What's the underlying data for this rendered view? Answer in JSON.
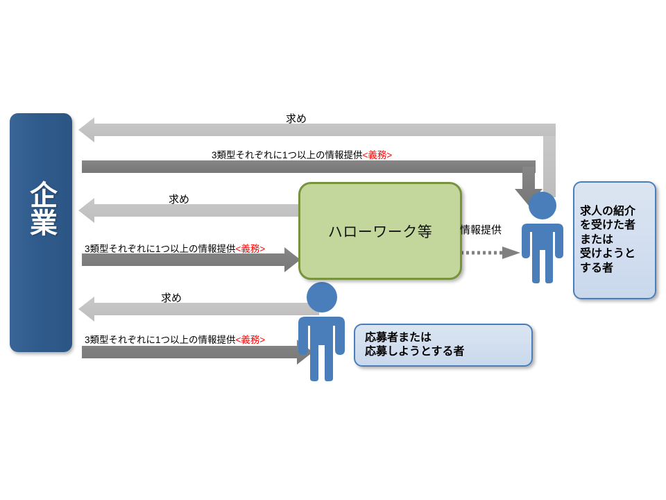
{
  "diagram": {
    "title_text": "",
    "colors": {
      "enterprise_blue": "#2f5b8c",
      "hellowork_green_fill": "#c3d69b",
      "hellowork_green_border": "#77933c",
      "callout_fill": "#dbe5f1",
      "callout_border": "#4a7ebb",
      "person_blue": "#4a7ebb",
      "arrow_light_gray": "#bfbfbf",
      "arrow_dark_gray": "#7f7f7f",
      "obligation_red": "#ff0000"
    },
    "enterprise": {
      "label": "企業"
    },
    "hellowork": {
      "label": "ハローワーク等"
    },
    "callouts": {
      "referred": {
        "label": "求人の紹介\nを受けた者\nまたは\n受けようと\nする者"
      },
      "applicant": {
        "label": "応募者または\n応募しようとする者"
      }
    },
    "people": {
      "referred_person_icon": "person-icon",
      "applicant_person_icon": "person-icon"
    },
    "arrows": [
      {
        "id": "top-request",
        "label": "求め",
        "direction": "right-to-left",
        "style": "light-gray-elbow",
        "from": "求人の紹介を受けた者または受けようとする者",
        "to": "企業"
      },
      {
        "id": "top-provide",
        "label_plain": "3類型それぞれに1つ以上の情報提供",
        "label_obligation": "<義務>",
        "direction": "left-to-right",
        "style": "dark-gray-elbow",
        "from": "企業",
        "to": "求人の紹介を受けた者または受けようとする者"
      },
      {
        "id": "mid-request",
        "label": "求め",
        "direction": "right-to-left",
        "style": "light-gray-straight",
        "from": "ハローワーク等",
        "to": "企業"
      },
      {
        "id": "mid-provide",
        "label_plain": "3類型それぞれに1つ以上の情報提供",
        "label_obligation": "<義務>",
        "direction": "left-to-right",
        "style": "dark-gray-straight",
        "from": "企業",
        "to": "ハローワーク等"
      },
      {
        "id": "bottom-request",
        "label": "求め",
        "direction": "right-to-left",
        "style": "light-gray-straight",
        "from": "応募者または応募しようとする者",
        "to": "企業"
      },
      {
        "id": "bottom-provide",
        "label_plain": "3類型それぞれに1つ以上の情報提供",
        "label_obligation": "<義務>",
        "direction": "left-to-right",
        "style": "dark-gray-straight",
        "from": "企業",
        "to": "応募者または応募しようとする者"
      },
      {
        "id": "hellowork-to-person",
        "label": "情報提供",
        "direction": "left-to-right",
        "style": "dotted-gray",
        "from": "ハローワーク等",
        "to": "求人の紹介を受けた者または受けようとする者"
      }
    ]
  }
}
